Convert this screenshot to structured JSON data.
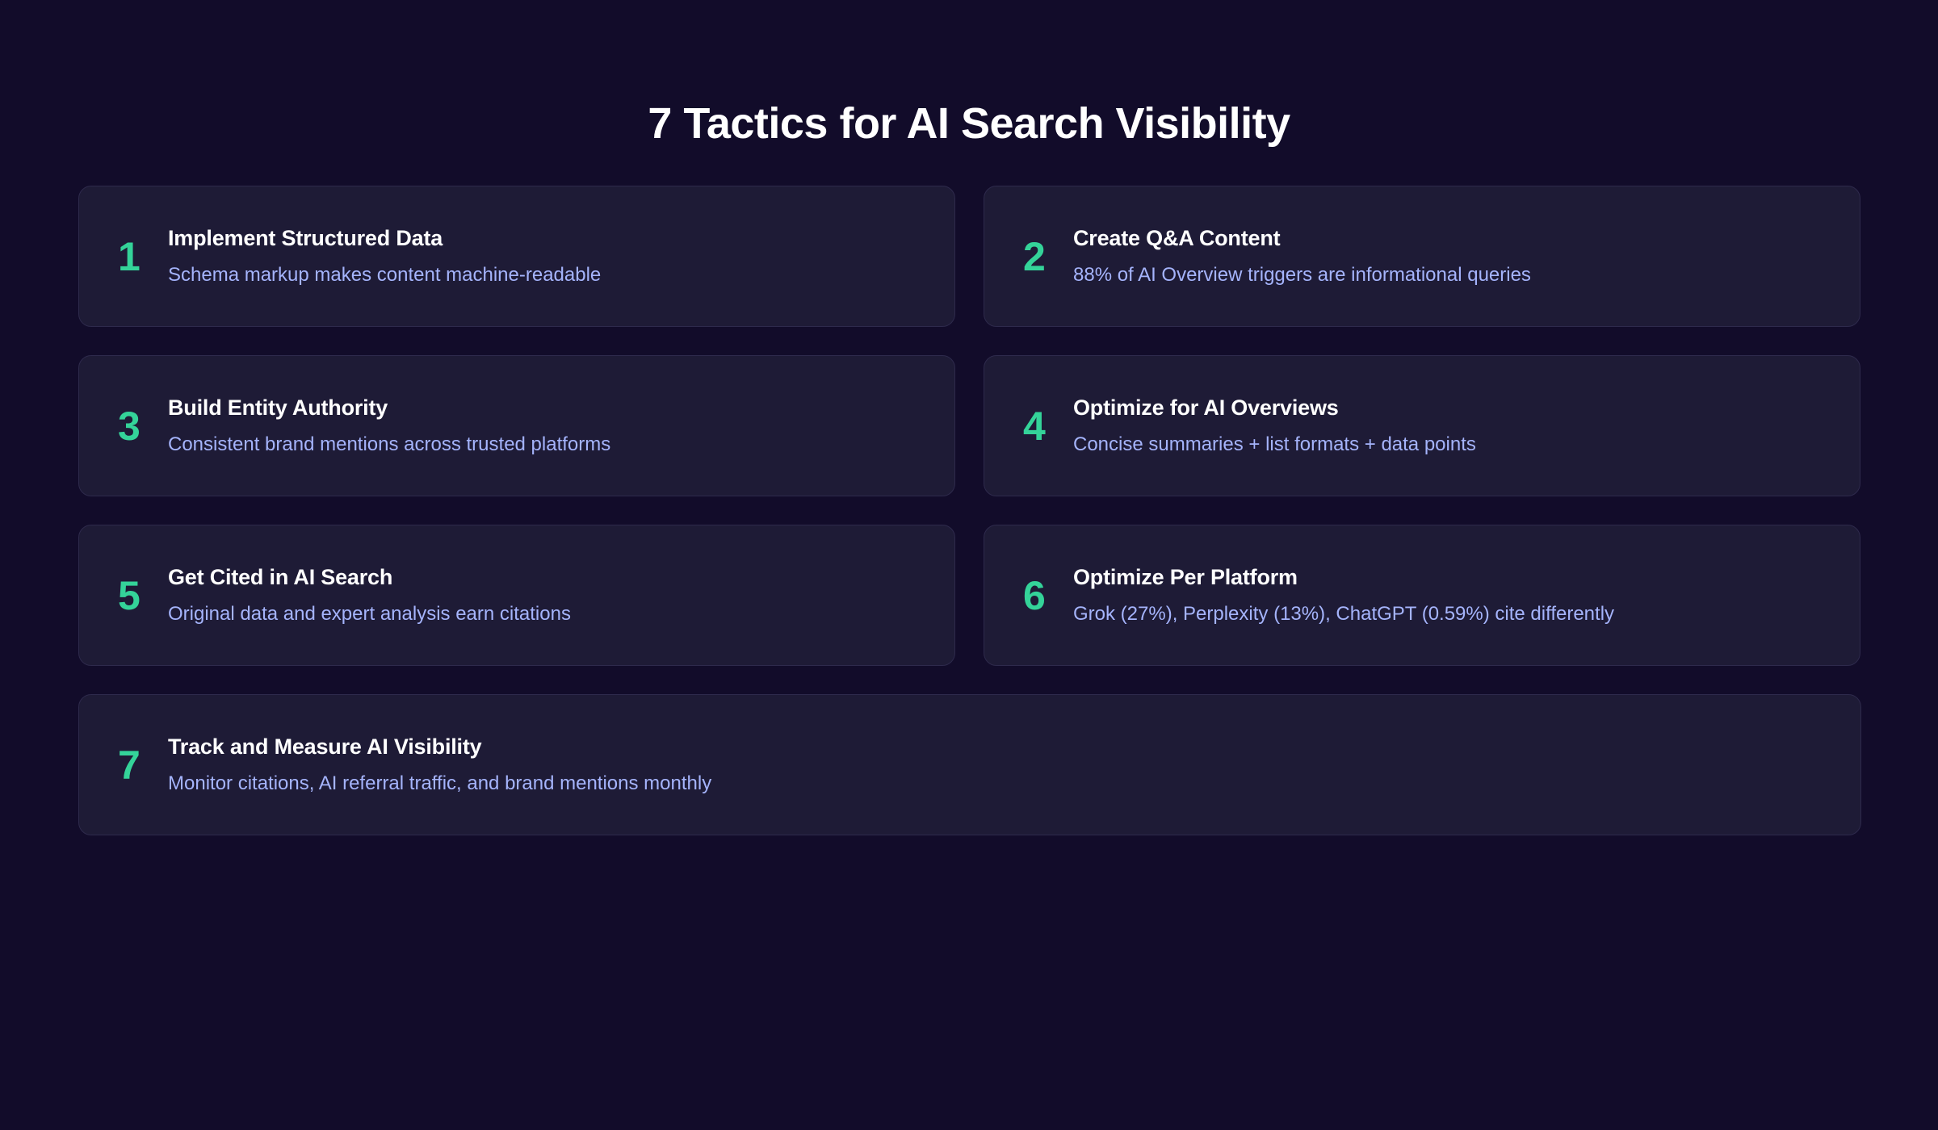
{
  "header": {
    "title": "7 Tactics for AI Search Visibility"
  },
  "theme": {
    "background": "#120c2a",
    "card_background": "#1e1b36",
    "card_border": "#2e2a4c",
    "accent_number": "#34d399",
    "title_text": "#ffffff",
    "subtitle_text": "#a5b4fc"
  },
  "tactics": [
    {
      "number": "1",
      "title": "Implement Structured Data",
      "subtitle": "Schema markup makes content machine-readable",
      "full_width": false
    },
    {
      "number": "2",
      "title": "Create Q&A Content",
      "subtitle": "88% of AI Overview triggers are informational queries",
      "full_width": false
    },
    {
      "number": "3",
      "title": "Build Entity Authority",
      "subtitle": "Consistent brand mentions across trusted platforms",
      "full_width": false
    },
    {
      "number": "4",
      "title": "Optimize for AI Overviews",
      "subtitle": "Concise summaries + list formats + data points",
      "full_width": false
    },
    {
      "number": "5",
      "title": "Get Cited in AI Search",
      "subtitle": "Original data and expert analysis earn citations",
      "full_width": false
    },
    {
      "number": "6",
      "title": "Optimize Per Platform",
      "subtitle": "Grok (27%), Perplexity (13%), ChatGPT (0.59%) cite differently",
      "full_width": false
    },
    {
      "number": "7",
      "title": "Track and Measure AI Visibility",
      "subtitle": "Monitor citations, AI referral traffic, and brand mentions monthly",
      "full_width": true
    }
  ]
}
